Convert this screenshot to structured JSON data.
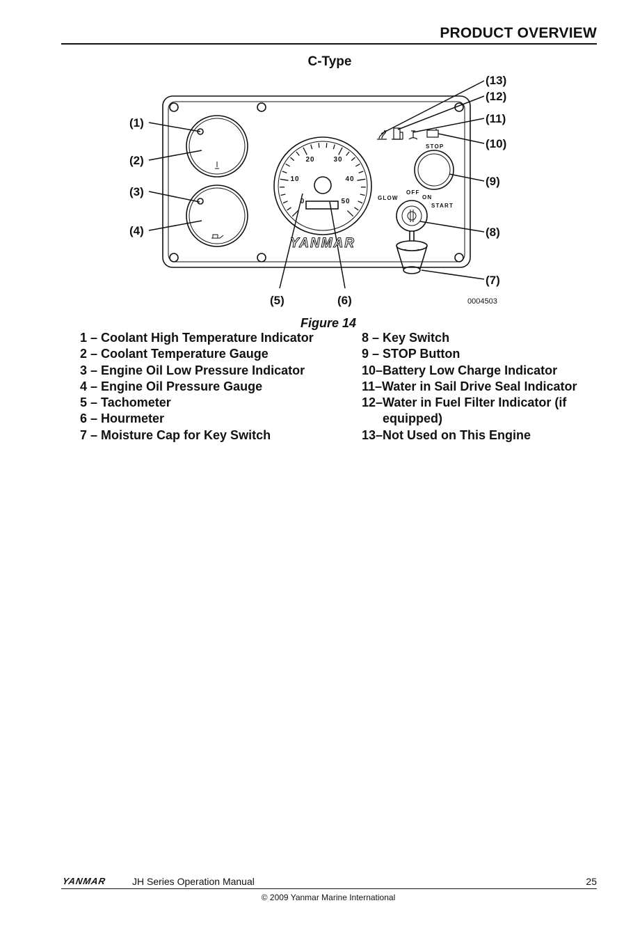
{
  "header": {
    "section_title": "PRODUCT OVERVIEW"
  },
  "figure": {
    "subtitle": "C-Type",
    "callouts": [
      "(1)",
      "(2)",
      "(3)",
      "(4)",
      "(5)",
      "(6)",
      "(7)",
      "(8)",
      "(9)",
      "(10)",
      "(11)",
      "(12)",
      "(13)"
    ],
    "image_code": "0004503",
    "panel_labels": {
      "stop": "STOP",
      "glow": "GLOW",
      "off": "OFF",
      "on": "ON",
      "start": "START",
      "brand": "YANMAR"
    },
    "tach_ticks": [
      "0",
      "10",
      "20",
      "30",
      "40",
      "50"
    ],
    "caption": "Figure 14"
  },
  "legend": {
    "left": [
      {
        "num": "1 – ",
        "text": "Coolant High Temperature Indicator"
      },
      {
        "num": "2 – ",
        "text": "Coolant Temperature Gauge"
      },
      {
        "num": "3 – ",
        "text": "Engine Oil Low Pressure Indicator"
      },
      {
        "num": "4 – ",
        "text": "Engine Oil Pressure Gauge"
      },
      {
        "num": "5 – ",
        "text": "Tachometer"
      },
      {
        "num": "6 – ",
        "text": "Hourmeter"
      },
      {
        "num": "7 – ",
        "text": "Moisture Cap for Key Switch"
      }
    ],
    "right": [
      {
        "num": "8 – ",
        "text": "Key Switch"
      },
      {
        "num": "9 – ",
        "text": "STOP Button"
      },
      {
        "num": "10–",
        "text": "Battery Low Charge Indicator"
      },
      {
        "num": "11–",
        "text": "Water in Sail Drive Seal Indicator"
      },
      {
        "num": "12–",
        "text": "Water in Fuel Filter Indicator (if equipped)"
      },
      {
        "num": "13–",
        "text": "Not Used on This Engine"
      }
    ]
  },
  "footer": {
    "brand": "YANMAR",
    "manual_title": "JH Series Operation Manual",
    "page_number": "25",
    "copyright": "© 2009 Yanmar Marine International"
  }
}
